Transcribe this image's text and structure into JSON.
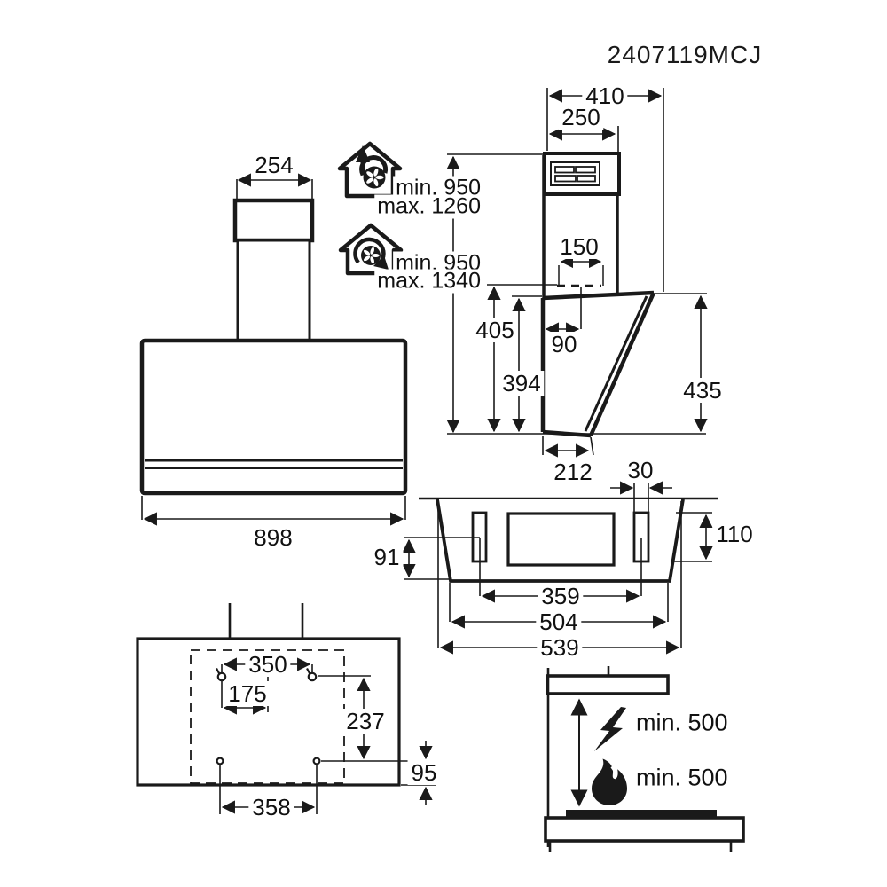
{
  "title": "2407119MCJ",
  "colors": {
    "line": "#1a1a1a",
    "background": "#ffffff"
  },
  "front_view": {
    "chimney_width": "254",
    "body_width": "898"
  },
  "installation_heights": {
    "ducted": {
      "min": "min. 950",
      "max": "max. 1260"
    },
    "recirculation": {
      "min": "min. 950",
      "max": "max. 1340"
    }
  },
  "side_view": {
    "overall_depth": "410",
    "chimney_depth": "250",
    "duct_width": "150",
    "duct_center_offset": "90",
    "height_to_duct": "405",
    "height_body": "394",
    "height_front": "435",
    "bottom_depth": "212"
  },
  "plan_view": {
    "bracket_width": "30",
    "bracket_height": "110",
    "bracket_offset": "91",
    "bracket_spacing": "359",
    "body_width": "504",
    "overall_width": "539"
  },
  "drilling_template": {
    "upper_hole_spacing": "350",
    "half_spacing": "175",
    "vertical_spacing": "237",
    "lower_hole_spacing": "358",
    "bottom_margin": "95"
  },
  "clearances": {
    "electric_hob": "min. 500",
    "gas_hob": "min. 500"
  },
  "icons": {
    "ducted": "house-exhaust-fan-icon",
    "recirculation": "house-recirculation-fan-icon",
    "electric": "lightning-bolt-icon",
    "gas": "flame-icon"
  }
}
